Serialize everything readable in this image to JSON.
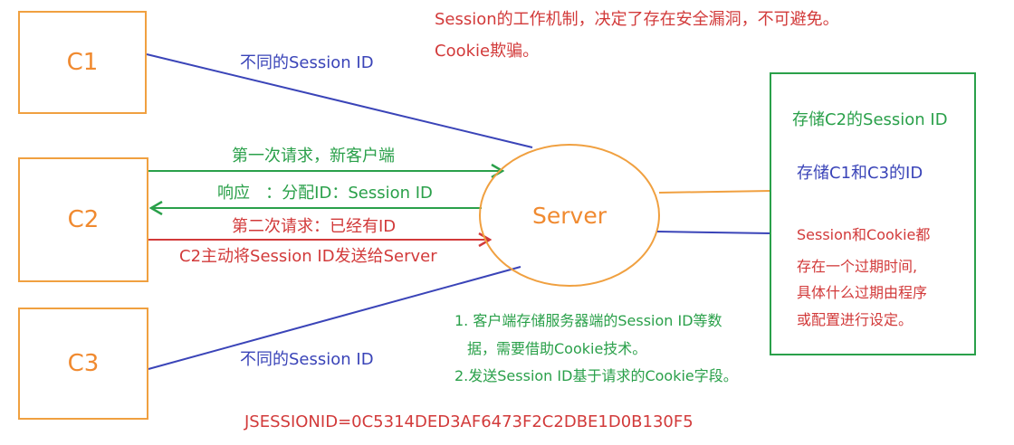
{
  "colors": {
    "orange": "#f0a040",
    "blue": "#3a44b8",
    "green": "#2aa04a",
    "red": "#d23a3a"
  },
  "header": {
    "line1": "Session的工作机制，决定了存在安全漏洞，不可避免。",
    "line2": "Cookie欺骗。"
  },
  "clients": {
    "c1": "C1",
    "c2": "C2",
    "c3": "C3"
  },
  "server": {
    "label": "Server"
  },
  "edges": {
    "c1_label": "不同的Session ID",
    "c3_label": "不同的Session ID",
    "first_request": "第一次请求，新客户端",
    "response": "响应   ：分配ID：Session ID",
    "second_request": "第二次请求：已经有ID",
    "c2_sends": "C2主动将Session ID发送给Server"
  },
  "storage": {
    "line1": "存储C2的Session ID",
    "line2": "存储C1和C3的ID",
    "expiry": [
      "Session和Cookie都",
      "存在一个过期时间,",
      "具体什么过期由程序",
      "或配置进行设定。"
    ]
  },
  "notes": {
    "line1": "1. 客户端存储服务器端的Session ID等数",
    "line2": "据，需要借助Cookie技术。",
    "line3": "2.发送Session ID基于请求的Cookie字段。"
  },
  "footer": {
    "jsessionid": "JSESSIONID=0C5314DED3AF6473F2C2DBE1D0B130F5"
  }
}
